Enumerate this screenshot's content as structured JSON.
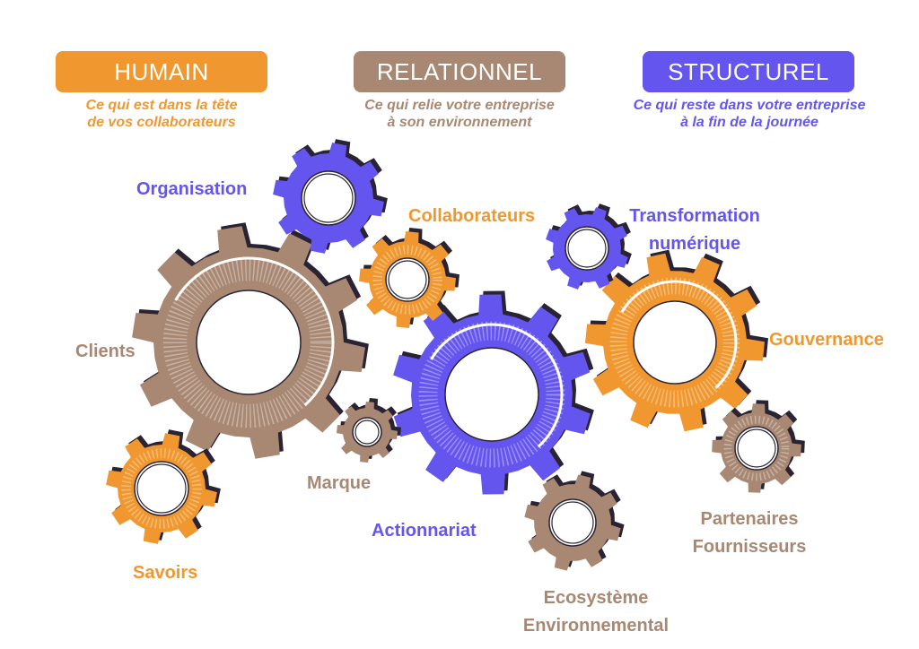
{
  "colors": {
    "human": "#f0982f",
    "relational": "#a88872",
    "structural": "#6455ee"
  },
  "categories": {
    "humain": {
      "title": "HUMAIN",
      "subtitle": "Ce qui est dans la tête\nde vos collaborateurs"
    },
    "relationnel": {
      "title": "RELATIONNEL",
      "subtitle": "Ce qui relie votre entreprise\nà son environnement"
    },
    "structurel": {
      "title": "STRUCTUREL",
      "subtitle": "Ce qui reste dans votre entreprise\nà la fin de la journée"
    }
  },
  "labels": {
    "organisation": "Organisation",
    "collaborateurs": "Collaborateurs",
    "transformation": "Transformation\nnumérique",
    "clients": "Clients",
    "gouvernance": "Gouvernance",
    "marque": "Marque",
    "savoirs": "Savoirs",
    "actionnariat": "Actionnariat",
    "partenaires": "Partenaires\nFournisseurs",
    "ecosysteme": "Ecosystème\nEnvironnemental"
  }
}
